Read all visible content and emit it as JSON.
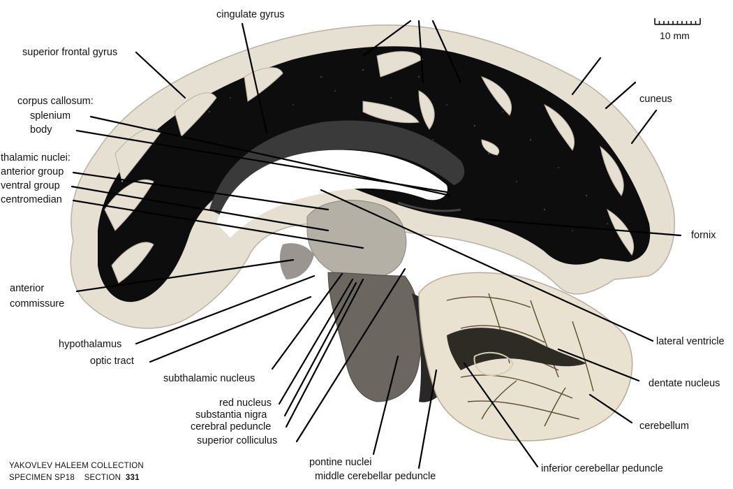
{
  "labels": {
    "cingulate_gyrus": "cingulate gyrus",
    "superior_frontal_gyrus": "superior frontal gyrus",
    "corpus_callosum": "corpus callosum:",
    "splenium": "splenium",
    "body": "body",
    "thalamic_nuclei": "thalamic nuclei:",
    "anterior_group": "anterior group",
    "ventral_group": "ventral group",
    "centromedian": "centromedian",
    "anterior": "anterior",
    "commissure": "commissure",
    "hypothalamus": "hypothalamus",
    "optic_tract": "optic tract",
    "subthalamic_nucleus": "subthalamic nucleus",
    "red_nucleus": "red nucleus",
    "substantia_nigra": "substantia nigra",
    "cerebral_peduncle": "cerebral peduncle",
    "superior_colliculus": "superior colliculus",
    "pontine_nuclei": "pontine nuclei",
    "middle_cerebellar_peduncle": "middle cerebellar peduncle",
    "inferior_cerebellar_peduncle": "inferior cerebellar peduncle",
    "cerebellum": "cerebellum",
    "dentate_nucleus": "dentate nucleus",
    "lateral_ventricle": "lateral ventricle",
    "fornix": "fornix",
    "cuneus": "cuneus"
  },
  "scale_bar": {
    "text": "10 mm"
  },
  "credit": {
    "line1": "YAKOVLEV HALEEM COLLECTION",
    "specimen": "SPECIMEN SP18",
    "section_label": "SECTION",
    "section_number": "331"
  },
  "colors": {
    "white_matter": "#0b0b0b",
    "gray_matter": "#e2dccd",
    "background": "#ffffff"
  }
}
